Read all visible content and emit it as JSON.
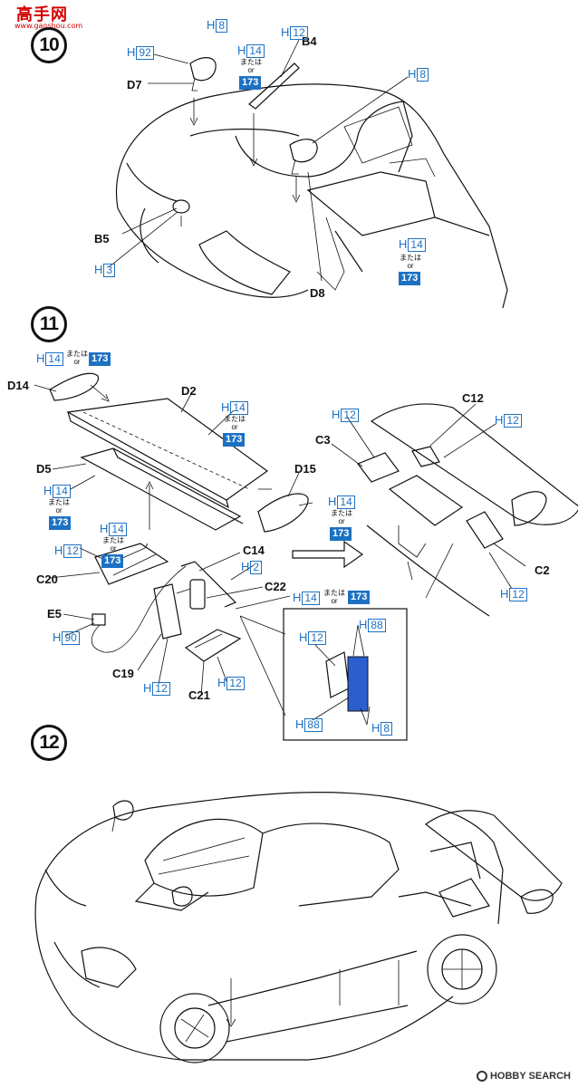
{
  "watermark": {
    "cn": "高手网",
    "url": "www.gaoshou.com"
  },
  "footer": {
    "text": "HOBBY SEARCH"
  },
  "colors": {
    "paint_blue": "#1d71c2",
    "line": "#111111",
    "logo_red": "#d40000"
  },
  "alt_text": {
    "jp": "または",
    "en": "or"
  },
  "step10": {
    "number": "10",
    "parts": {
      "d7": "D7",
      "b4": "B4",
      "b5": "B5",
      "d8": "D8"
    },
    "paint": {
      "h8_a": "8",
      "h92": "92",
      "h14_a": "14",
      "tag_a": "173",
      "h12_a": "12",
      "h8_b": "8",
      "h14_b": "14",
      "tag_b": "173",
      "h3": "3"
    }
  },
  "step11": {
    "number": "11",
    "parts": {
      "d14": "D14",
      "d2": "D2",
      "d5": "D5",
      "d15": "D15",
      "c14": "C14",
      "c22": "C22",
      "c20": "C20",
      "e5": "E5",
      "c19": "C19",
      "c21": "C21",
      "c12": "C12",
      "c3": "C3",
      "c2": "C2"
    },
    "paint": {
      "h14_a": "14",
      "tag_a": "173",
      "h14_b": "14",
      "tag_b": "173",
      "h14_c": "14",
      "tag_c": "173",
      "h14_d": "14",
      "tag_d": "173",
      "h14_e": "14",
      "tag_e": "173",
      "h12_a": "12",
      "h2": "2",
      "h90": "90",
      "h12_b": "12",
      "h12_c": "12",
      "h12_d": "12",
      "h12_e": "12",
      "h12_f": "12",
      "h12_g": "12",
      "h88_a": "88",
      "h88_b": "88",
      "h8": "8"
    }
  },
  "step12": {
    "number": "12"
  }
}
